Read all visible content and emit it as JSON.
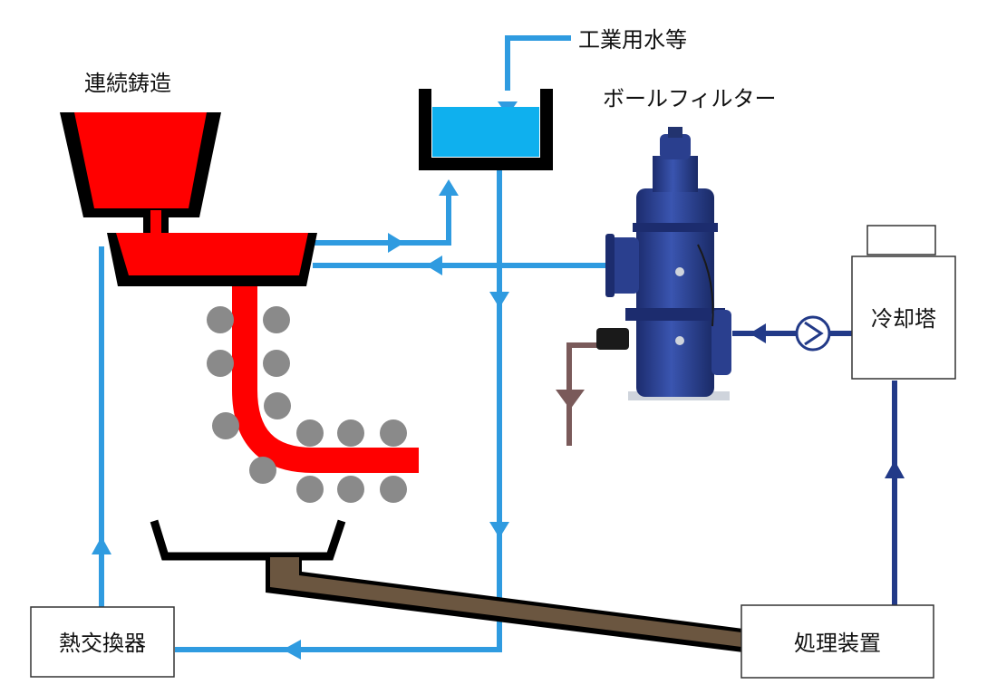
{
  "labels": {
    "continuous_casting": "連続鋳造",
    "industrial_water": "工業用水等",
    "ball_filter": "ボールフィルター",
    "cooling_tower": "冷却塔",
    "heat_exchanger": "熱交換器",
    "treatment_device": "処理装置"
  },
  "colors": {
    "molten_steel": "#ff0000",
    "water_line": "#2f9be0",
    "tank_water": "#0fb0ee",
    "cooling_line": "#223a88",
    "sludge_pipe": "#6b5640",
    "drain_pipe": "#7a5a5a",
    "roller": "#8a8a8a",
    "filter_body": "#2a3f8e"
  }
}
